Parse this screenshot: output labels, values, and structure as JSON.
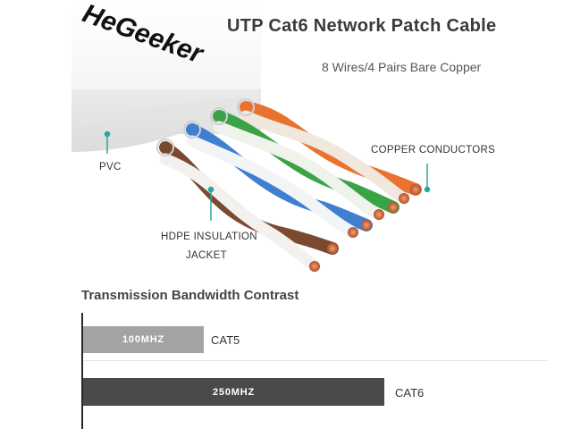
{
  "brand": {
    "name": "HeGeeker"
  },
  "header": {
    "title": "UTP Cat6 Network Patch Cable",
    "subtitle": "8 Wires/4 Pairs Bare Copper"
  },
  "callouts": {
    "pvc": "PVC",
    "copper": "COPPER CONDUCTORS",
    "hdpe_line1": "HDPE INSULATION",
    "hdpe_line2": "JACKET"
  },
  "bandwidth": {
    "title": "Transmission Bandwidth Contrast",
    "bars": [
      {
        "label": "100MHZ",
        "name": "CAT5",
        "value_mhz": 100,
        "color": "#a3a3a3"
      },
      {
        "label": "250MHZ",
        "name": "CAT6",
        "value_mhz": 250,
        "color": "#4a4a4a"
      }
    ]
  },
  "colors": {
    "callout_accent": "#2aa5a0",
    "orange_wire": "#e8732f",
    "green_wire": "#3aa346",
    "blue_wire": "#3f7fd0",
    "brown_wire": "#7a4a30",
    "copper": "#c8693a",
    "jacket": "#f2f2f2"
  },
  "icons": {
    "cable": "cat6-cable-illustration",
    "pointer": "callout-pointer-icon"
  }
}
